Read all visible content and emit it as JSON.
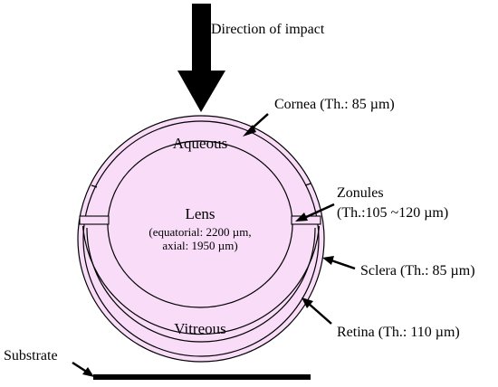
{
  "labels": {
    "impact": "Direction of impact",
    "cornea": "Cornea (Th.: 85 µm)",
    "aqueous": "Aqueous",
    "zonules_line1": "Zonules",
    "zonules_line2": "(Th.:105 ~120 µm)",
    "lens_title": "Lens",
    "lens_line2": "(equatorial: 2200 µm,",
    "lens_line3": "axial: 1950 µm)",
    "sclera": "Sclera (Th.: 85 µm)",
    "vitreous": "Vitreous",
    "retina": "Retina (Th.: 110 µm)",
    "substrate": "Substrate"
  },
  "colors": {
    "tissue_fill": "#f8dcf8",
    "stroke": "#000000"
  }
}
